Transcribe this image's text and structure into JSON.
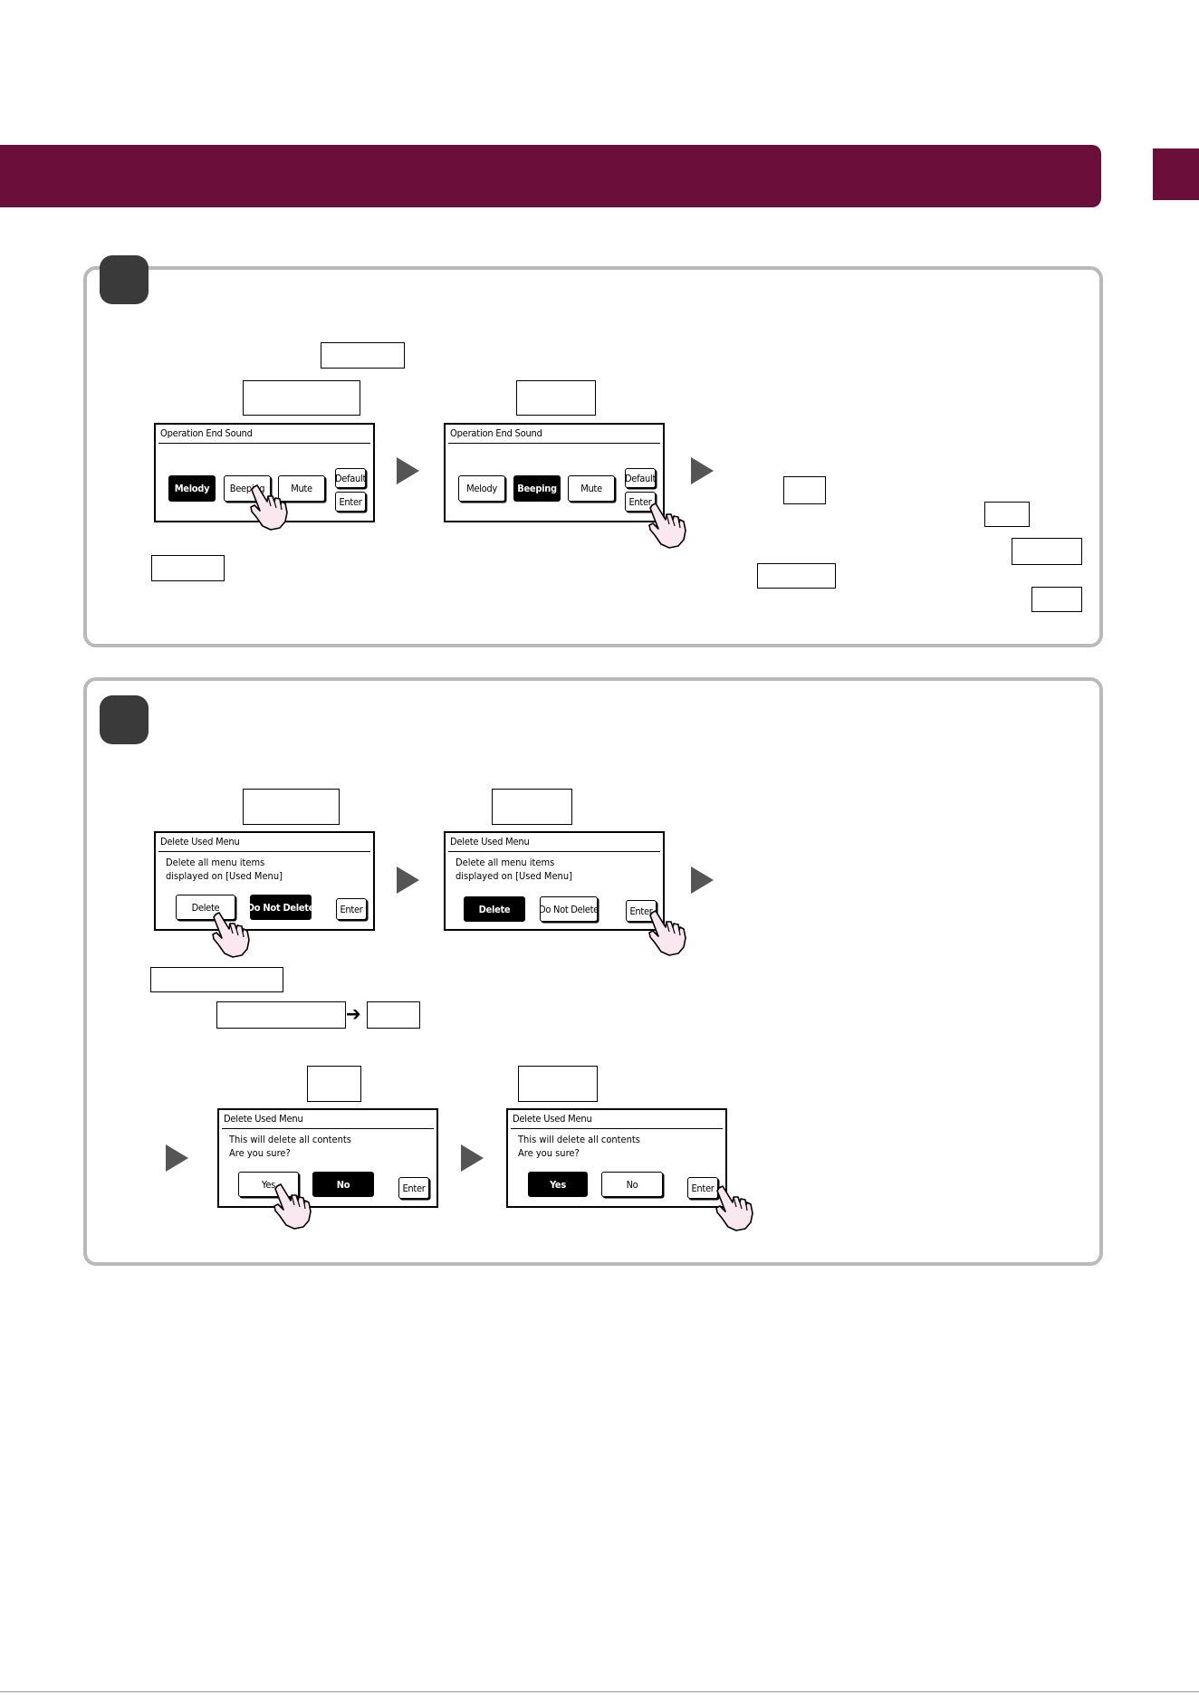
{
  "section1": {
    "screen1": {
      "title": "Operation End Sound",
      "buttons": {
        "melody": "Melody",
        "beeping": "Beeping",
        "mute": "Mute",
        "default": "Default",
        "enter": "Enter"
      },
      "selected": "Melody"
    },
    "screen2": {
      "title": "Operation End Sound",
      "buttons": {
        "melody": "Melody",
        "beeping": "Beeping",
        "mute": "Mute",
        "default": "Default",
        "enter": "Enter"
      },
      "selected": "Beeping"
    }
  },
  "section2": {
    "screen1": {
      "title": "Delete Used Menu",
      "line1": "Delete all menu items",
      "line2": "displayed on [Used Menu]",
      "buttons": {
        "delete": "Delete",
        "do_not_delete": "Do Not Delete",
        "enter": "Enter"
      },
      "selected": "Do Not Delete"
    },
    "screen2": {
      "title": "Delete Used Menu",
      "line1": "Delete all menu items",
      "line2": "displayed on [Used Menu]",
      "buttons": {
        "delete": "Delete",
        "do_not_delete": "Do Not Delete",
        "enter": "Enter"
      },
      "selected": "Delete"
    },
    "screen3": {
      "title": "Delete Used Menu",
      "line1": "This will delete all contents",
      "line2": "Are you sure?",
      "buttons": {
        "yes": "Yes",
        "no": "No",
        "enter": "Enter"
      },
      "selected": "No"
    },
    "screen4": {
      "title": "Delete Used Menu",
      "line1": "This will delete all contents",
      "line2": "Are you sure?",
      "buttons": {
        "yes": "Yes",
        "no": "No",
        "enter": "Enter"
      },
      "selected": "Yes"
    }
  },
  "colors": {
    "brand": "#6b0e3a",
    "panel_border": "#b9b9b9",
    "step_dot": "#3a3a3a",
    "arrow": "#555555"
  },
  "icons": {
    "pointer": "pointing-hand-icon",
    "flow": "triangle-right-icon",
    "next": "arrow-right-icon"
  }
}
